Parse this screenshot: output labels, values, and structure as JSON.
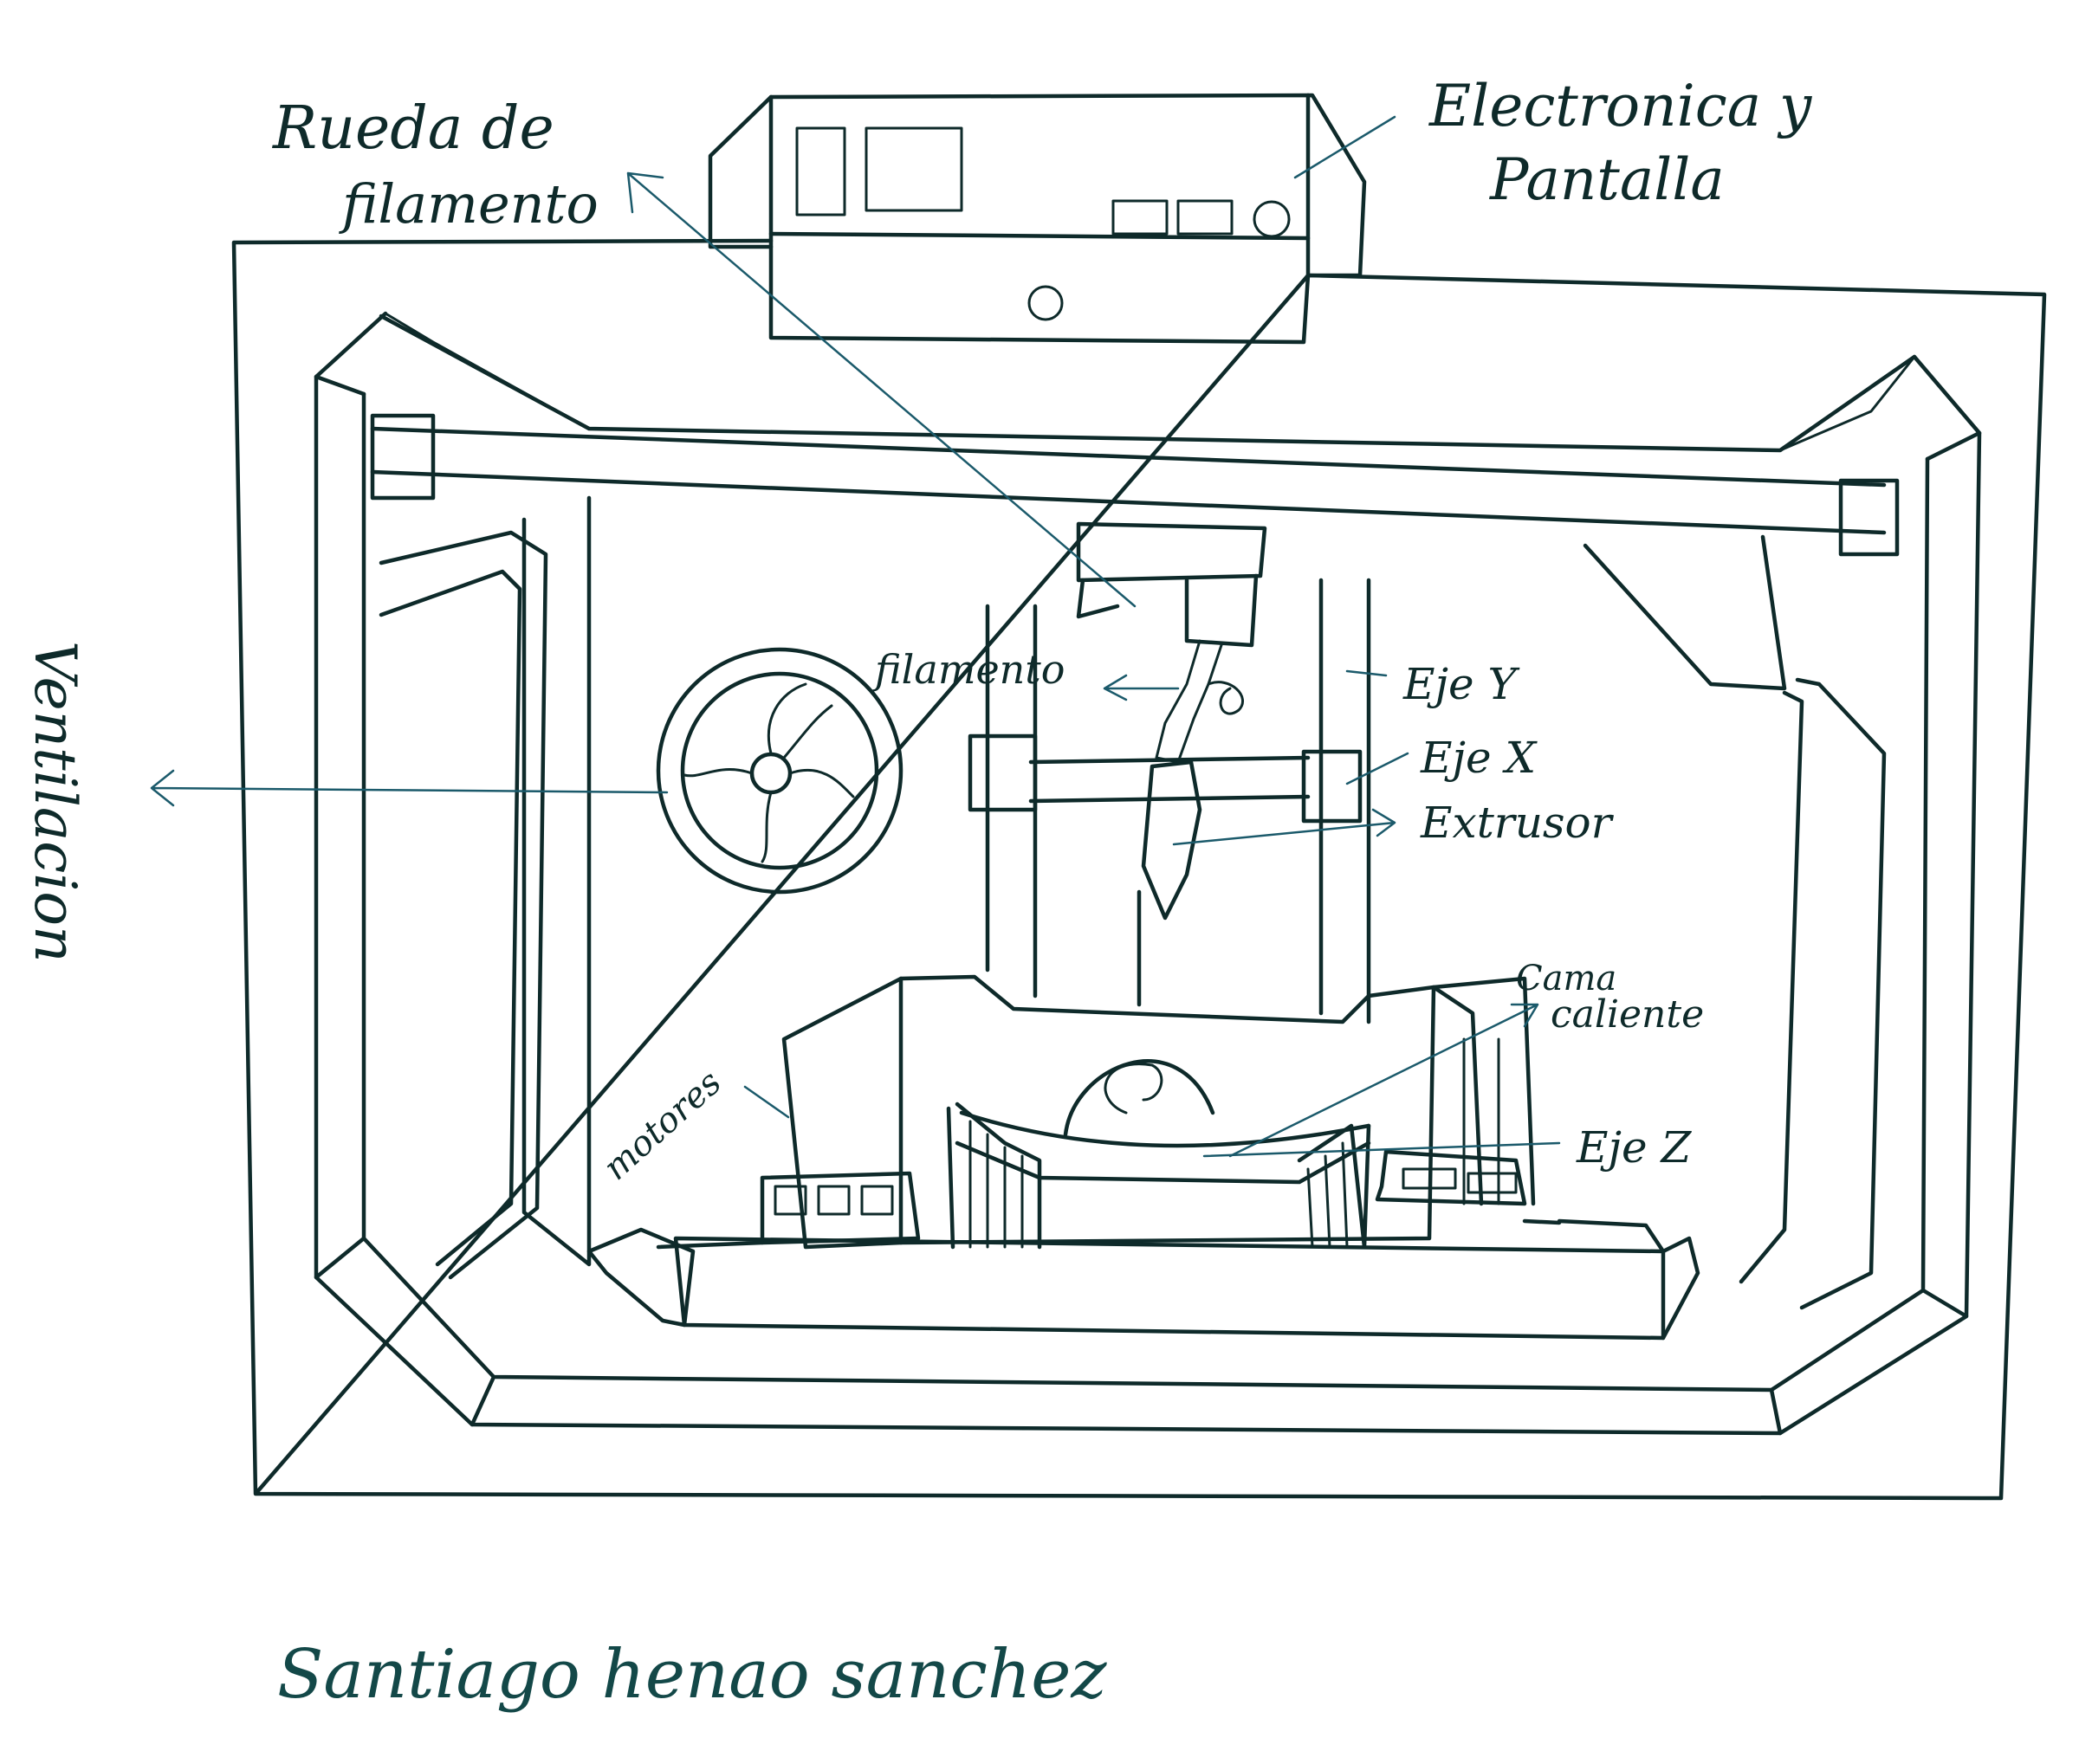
{
  "labels": {
    "rueda": "Rueda de",
    "rueda_filamento": "filamento",
    "electronica": "Electronica y",
    "pantalla": "Pantalla",
    "filamento": "filamento",
    "eje_y": "Eje Y",
    "eje_x": "Eje X",
    "extrusor": "Extrusor",
    "cama_1": "Cama",
    "cama_2": "caliente",
    "eje_z": "Eje Z",
    "motores": "motores",
    "ventilacion": "Ventilacion"
  },
  "author": "Santiago henao sanchez",
  "colors": {
    "ink": "#0e2a2a",
    "annotation_ink": "#1b5a6b",
    "paper": "#ffffff"
  }
}
